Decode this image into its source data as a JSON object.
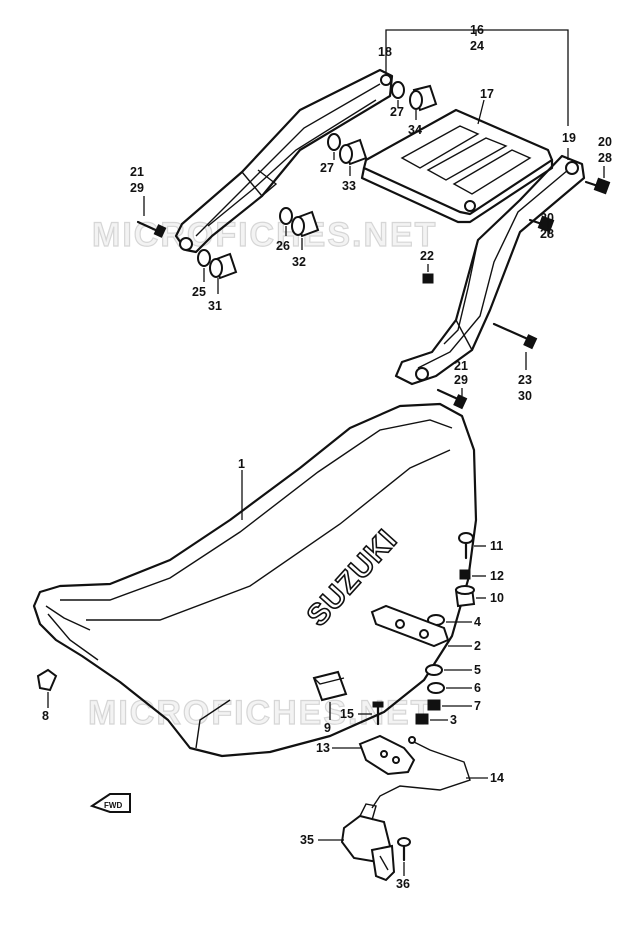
{
  "watermark": "MICROFICHES.NET",
  "brand_text": "SUZUKI",
  "front_marker": "FWD",
  "callouts": {
    "c1": "1",
    "c2": "2",
    "c3": "3",
    "c4": "4",
    "c5": "5",
    "c6": "6",
    "c7": "7",
    "c8": "8",
    "c9": "9",
    "c10": "10",
    "c11": "11",
    "c12": "12",
    "c13": "13",
    "c14": "14",
    "c15": "15",
    "c16": "16",
    "c17": "17",
    "c18": "18",
    "c19": "19",
    "c20a": "20",
    "c20b": "20",
    "c21a": "21",
    "c21b": "21",
    "c22": "22",
    "c23": "23",
    "c24": "24",
    "c25": "25",
    "c26": "26",
    "c27a": "27",
    "c27b": "27",
    "c28a": "28",
    "c28b": "28",
    "c29a": "29",
    "c29b": "29",
    "c30": "30",
    "c31": "31",
    "c32": "32",
    "c33": "33",
    "c34": "34",
    "c35": "35",
    "c36": "36"
  }
}
